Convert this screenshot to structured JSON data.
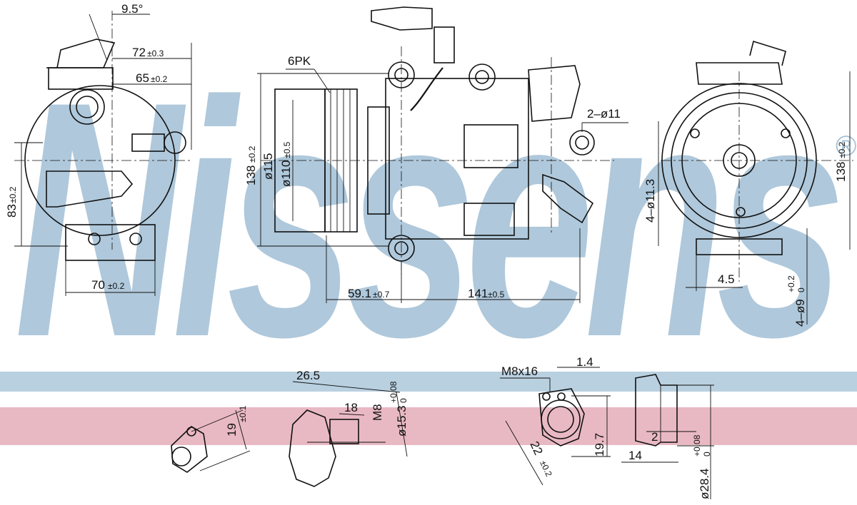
{
  "brand": {
    "watermark": "Nissens",
    "registered": "®",
    "watermark_color": "#a9c4d8",
    "band_blue": "#b9d0e0",
    "band_pink": "#e9b9c3"
  },
  "front_view": {
    "angle": "9.5°",
    "dim_72": "72",
    "tol_72": "±0.3",
    "dim_65": "65",
    "tol_65": "±0.2",
    "dim_83": "83",
    "tol_83": "±0.2",
    "dim_70": "70",
    "tol_70": "±0.2"
  },
  "side_view": {
    "belt": "6PK",
    "dim_138": "138",
    "tol_138": "±0.2",
    "dia_115": "ø115",
    "dia_110": "ø110",
    "tol_110": "±0.5",
    "holes": "2–ø11",
    "dim_59": "59.1",
    "tol_59": "±0.7",
    "dim_141": "141",
    "tol_141": "±0.5"
  },
  "rear_view": {
    "holes_113": "4–ø11.3",
    "dim_45": "4.5",
    "dim_138": "138",
    "tol_138": "±0.2",
    "holes_9": "4–ø9",
    "tol_9": "+0.2",
    "tol_9b": "0"
  },
  "detail_a": {
    "dim_19": "19",
    "tol_19": "±0.1"
  },
  "detail_b": {
    "dim_265": "26.5",
    "dim_18": "18",
    "thread": "M8",
    "dia_153": "ø15.3",
    "tol_153": "+0.08",
    "tol_153b": "0"
  },
  "detail_c": {
    "bolt": "M8x16",
    "dim_14": "1.4",
    "dim_197": "19.7",
    "dim_22": "22",
    "tol_22": "±0.2"
  },
  "detail_d": {
    "dim_2": "2",
    "dim_14": "14",
    "dia_284": "ø28.4",
    "tol_284": "+0.08",
    "tol_284b": "0"
  }
}
